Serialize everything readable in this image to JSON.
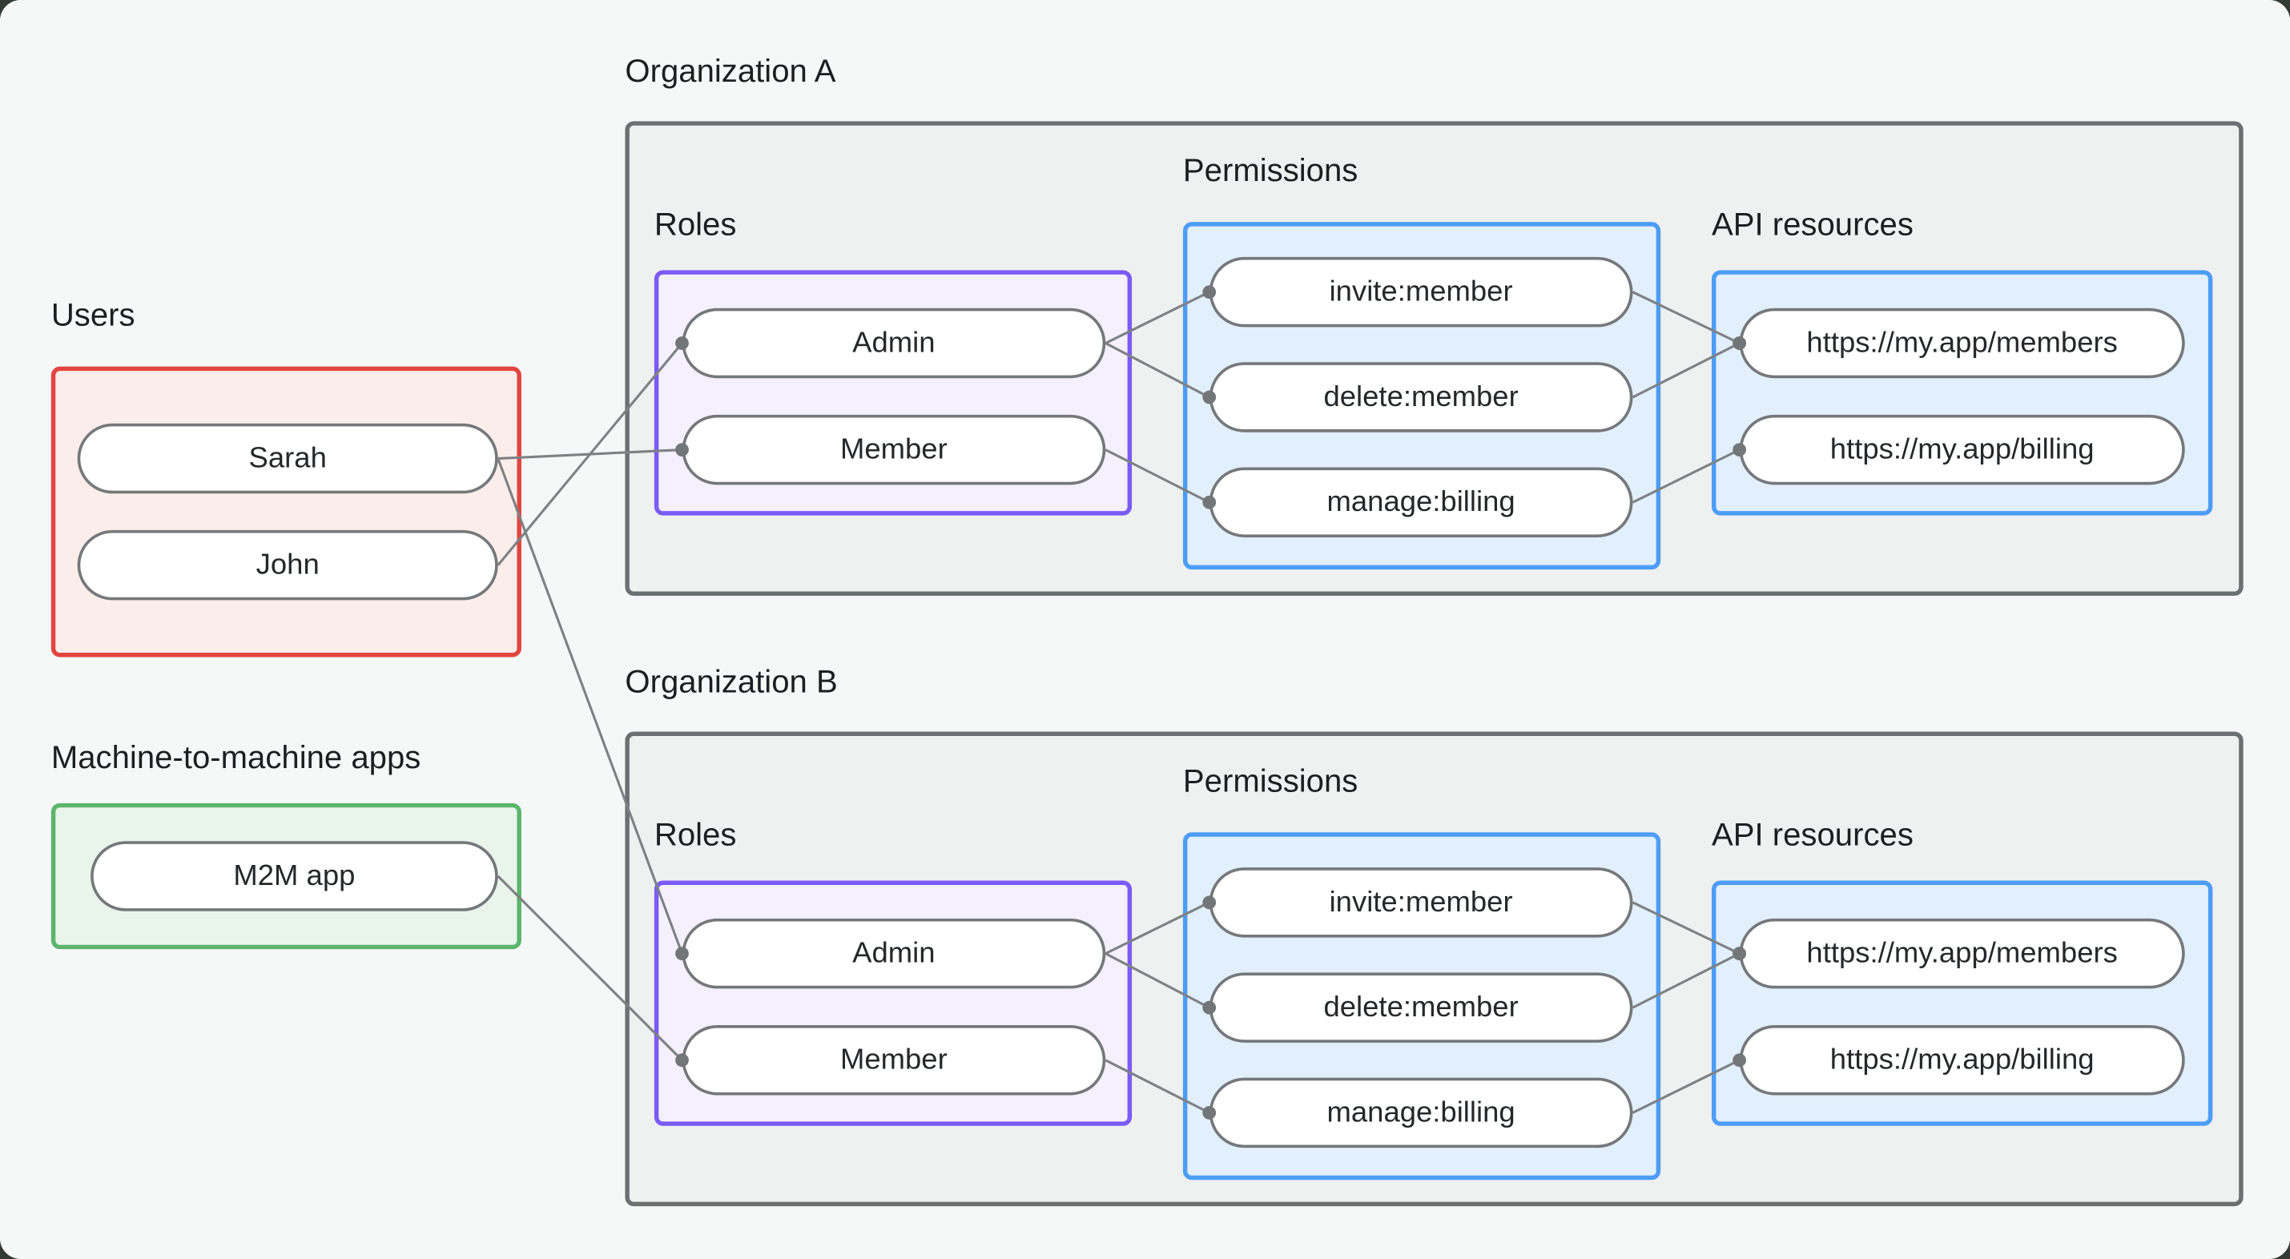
{
  "style": {
    "canvas_bg": "#F6F8F7",
    "outer_bg": "#343B37",
    "label_color": "#1C1F22",
    "pill_border": "#75787B",
    "pill_fill": "#FFFFFF",
    "connector_color": "#7E8183",
    "connector_dot_color": "#737678"
  },
  "groups": {
    "users": {
      "label": "Users",
      "border": "#E14541",
      "fill": "#FBEDEA"
    },
    "m2m_apps": {
      "label": "Machine-to-machine apps",
      "border": "#5CB56C",
      "fill": "#E9F5EB"
    },
    "org_a": {
      "label": "Organization A",
      "border": "#6C7072",
      "fill": "#EFF0F0"
    },
    "org_b": {
      "label": "Organization B",
      "border": "#6C7072",
      "fill": "#EFF0F0"
    },
    "roles_a": {
      "label": "Roles",
      "border": "#7B5BF5",
      "fill": "#F4F0FD"
    },
    "permissions_a": {
      "label": "Permissions",
      "border": "#4D9DF6",
      "fill": "#E2EFFD"
    },
    "api_resources_a": {
      "label": "API resources",
      "border": "#4D9DF6",
      "fill": "#E2EFFD"
    },
    "roles_b": {
      "label": "Roles",
      "border": "#7B5BF5",
      "fill": "#F4F0FD"
    },
    "permissions_b": {
      "label": "Permissions",
      "border": "#4D9DF6",
      "fill": "#E2EFFD"
    },
    "api_resources_b": {
      "label": "API resources",
      "border": "#4D9DF6",
      "fill": "#E2EFFD"
    }
  },
  "nodes": {
    "sarah": {
      "label": "Sarah"
    },
    "john": {
      "label": "John"
    },
    "m2m_app": {
      "label": "M2M app"
    },
    "admin_a": {
      "label": "Admin"
    },
    "member_a": {
      "label": "Member"
    },
    "invite_a": {
      "label": "invite:member"
    },
    "delete_a": {
      "label": "delete:member"
    },
    "manage_a": {
      "label": "manage:billing"
    },
    "members_a": {
      "label": "https://my.app/members"
    },
    "billing_a": {
      "label": "https://my.app/billing"
    },
    "admin_b": {
      "label": "Admin"
    },
    "member_b": {
      "label": "Member"
    },
    "invite_b": {
      "label": "invite:member"
    },
    "delete_b": {
      "label": "delete:member"
    },
    "manage_b": {
      "label": "manage:billing"
    },
    "members_b": {
      "label": "https://my.app/members"
    },
    "billing_b": {
      "label": "https://my.app/billing"
    }
  },
  "connections": [
    {
      "from": "sarah",
      "to": "member_a"
    },
    {
      "from": "john",
      "to": "admin_a"
    },
    {
      "from": "sarah",
      "to": "admin_b"
    },
    {
      "from": "m2m_app",
      "to": "member_b"
    },
    {
      "from": "admin_a",
      "to": "invite_a"
    },
    {
      "from": "admin_a",
      "to": "delete_a"
    },
    {
      "from": "member_a",
      "to": "manage_a"
    },
    {
      "from": "invite_a",
      "to": "members_a"
    },
    {
      "from": "delete_a",
      "to": "members_a"
    },
    {
      "from": "manage_a",
      "to": "billing_a"
    },
    {
      "from": "admin_b",
      "to": "invite_b"
    },
    {
      "from": "admin_b",
      "to": "delete_b"
    },
    {
      "from": "member_b",
      "to": "manage_b"
    },
    {
      "from": "invite_b",
      "to": "members_b"
    },
    {
      "from": "delete_b",
      "to": "members_b"
    },
    {
      "from": "manage_b",
      "to": "billing_b"
    }
  ]
}
